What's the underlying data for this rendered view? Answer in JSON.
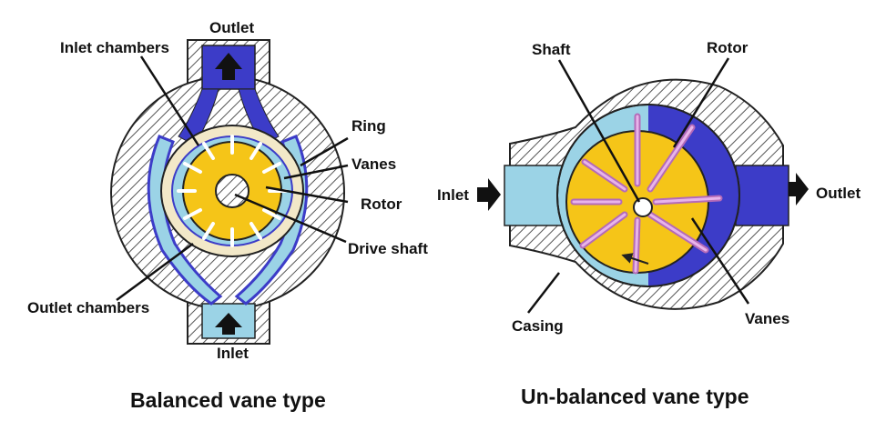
{
  "balanced": {
    "caption": "Balanced vane type",
    "labels": {
      "outlet": "Outlet",
      "inlet_chambers": "Inlet chambers",
      "ring": "Ring",
      "vanes": "Vanes",
      "rotor": "Rotor",
      "drive_shaft": "Drive shaft",
      "outlet_chambers": "Outlet chambers",
      "inlet": "Inlet"
    }
  },
  "unbalanced": {
    "caption": "Un-balanced vane type",
    "labels": {
      "shaft": "Shaft",
      "rotor": "Rotor",
      "inlet": "Inlet",
      "outlet": "Outlet",
      "casing": "Casing",
      "vanes": "Vanes"
    }
  },
  "colors": {
    "oil_dark": "#3c3cc8",
    "oil_light": "#9bd3e6",
    "rotor": "#f5c518",
    "ring": "#f2e8c8",
    "vane": "#e8b4ea",
    "casing_hatch": "#555555"
  }
}
